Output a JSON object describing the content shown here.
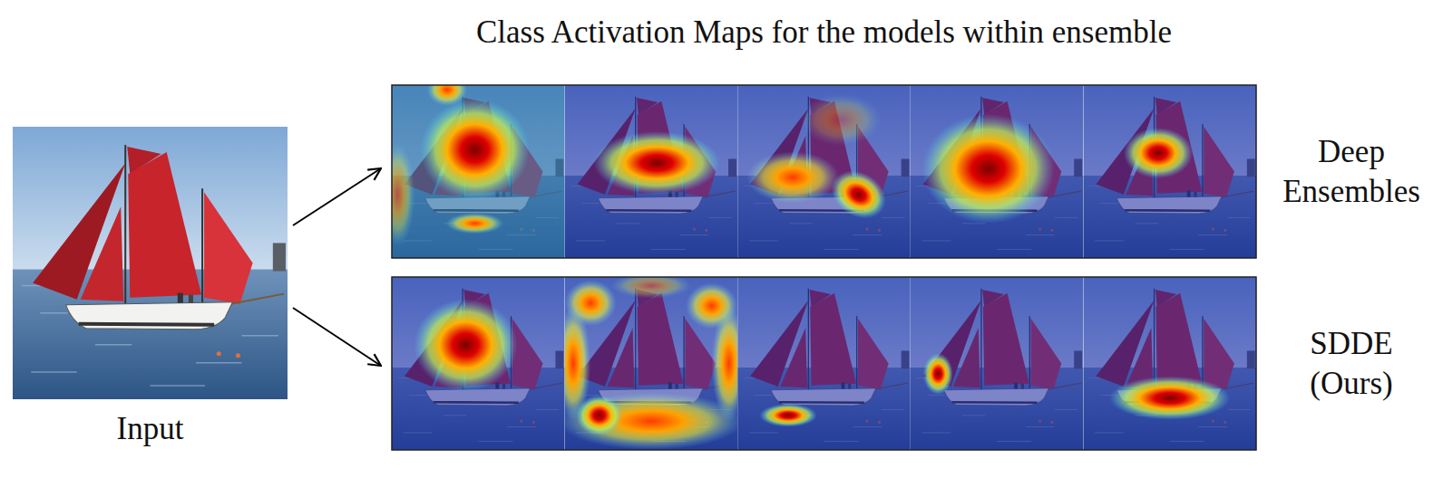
{
  "diagram": {
    "title": "Class Activation Maps for the models within ensemble",
    "nodes": [
      {
        "text": [
          "Input"
        ]
      },
      {
        "text": [
          "Deep Ensembles"
        ]
      },
      {
        "text": [
          "SDDE (Ours)"
        ]
      }
    ],
    "edges": [
      {
        "from": 0,
        "to": 1,
        "arrow": "to"
      },
      {
        "from": 0,
        "to": 2,
        "arrow": "to"
      }
    ]
  }
}
